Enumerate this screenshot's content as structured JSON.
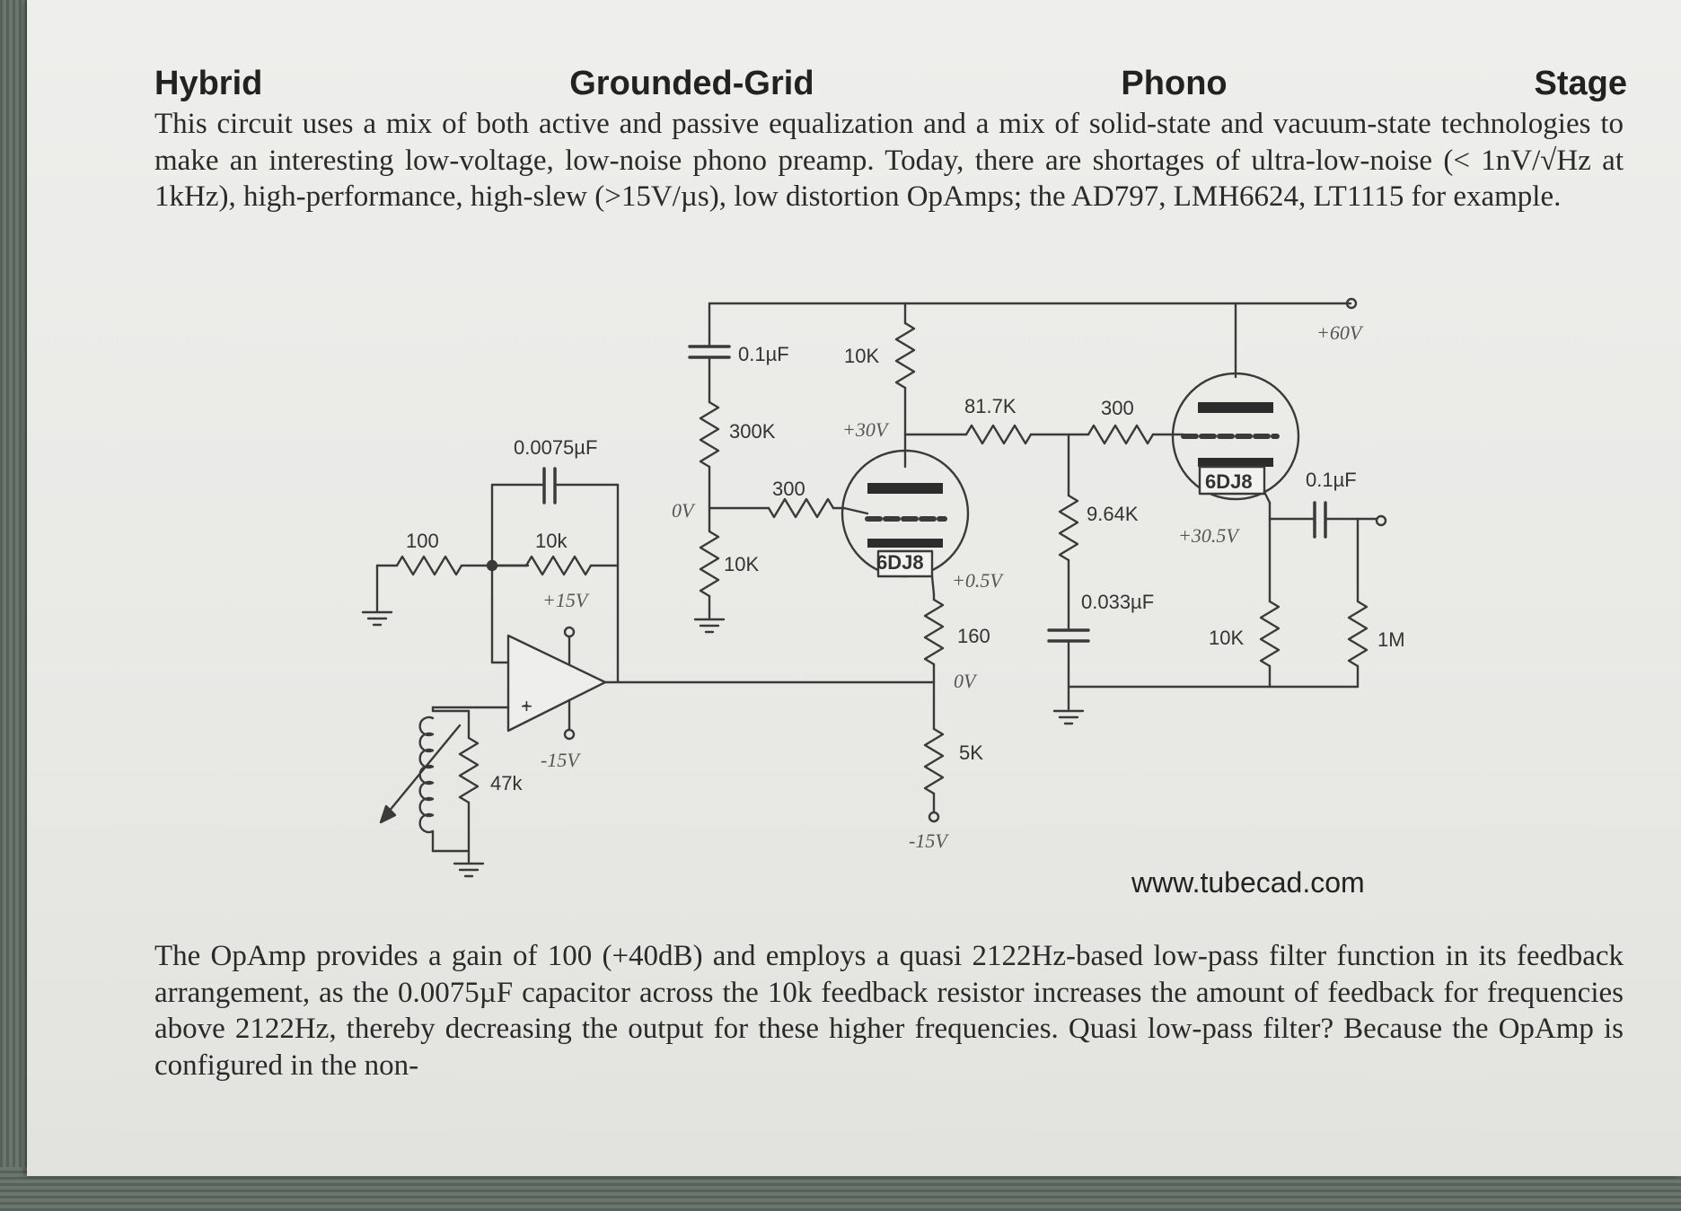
{
  "header": {
    "title_words": [
      "Hybrid",
      "Grounded-Grid",
      "Phono",
      "Stage"
    ]
  },
  "intro_paragraph": "This circuit uses a mix of both active and passive equalization and a mix of solid-state and vacuum-state technologies to make an interesting low-voltage, low-noise phono preamp. Today, there are shortages of ultra-low-noise (< 1nV/√Hz at 1kHz), high-performance, high-slew (>15V/µs), low distortion OpAmps; the AD797, LMH6624, LT1115 for example.",
  "schematic": {
    "components": {
      "c_0075": "0.0075µF",
      "r_100": "100",
      "r_10k_fb": "10k",
      "r_47k": "47k",
      "c_01_top": "0.1µF",
      "r_10k_top": "10K",
      "r_300k": "300K",
      "r_300_grid": "300",
      "r_10k_div": "10K",
      "r_817k": "81.7K",
      "r_300_top": "300",
      "r_964k": "9.64K",
      "c_0033": "0.033µF",
      "c_01_out": "0.1µF",
      "r_160": "160",
      "r_5k": "5K",
      "r_10k_out": "10K",
      "r_1m": "1M"
    },
    "tubes": {
      "v1": "6DJ8",
      "v2": "6DJ8"
    },
    "voltages": {
      "plus15": "+15V",
      "minus15_opamp": "-15V",
      "zero_v_left": "0V",
      "plus30": "+30V",
      "plus60": "+60V",
      "plus05": "+0.5V",
      "zero_v_cath": "0V",
      "plus305": "+30.5V",
      "minus15_bottom": "-15V"
    },
    "opamp_pins": {
      "minus": "-",
      "plus": "+"
    }
  },
  "website": "www.tubecad.com",
  "body_paragraph": "The OpAmp provides a gain of 100 (+40dB) and employs a quasi 2122Hz-based low-pass filter function in its feedback arrangement, as the 0.0075µF capacitor across the 10k feedback resistor increases the amount of feedback for frequencies above 2122Hz, thereby decreasing the output for these higher frequencies. Quasi low-pass filter? Because the OpAmp is configured in the non-"
}
